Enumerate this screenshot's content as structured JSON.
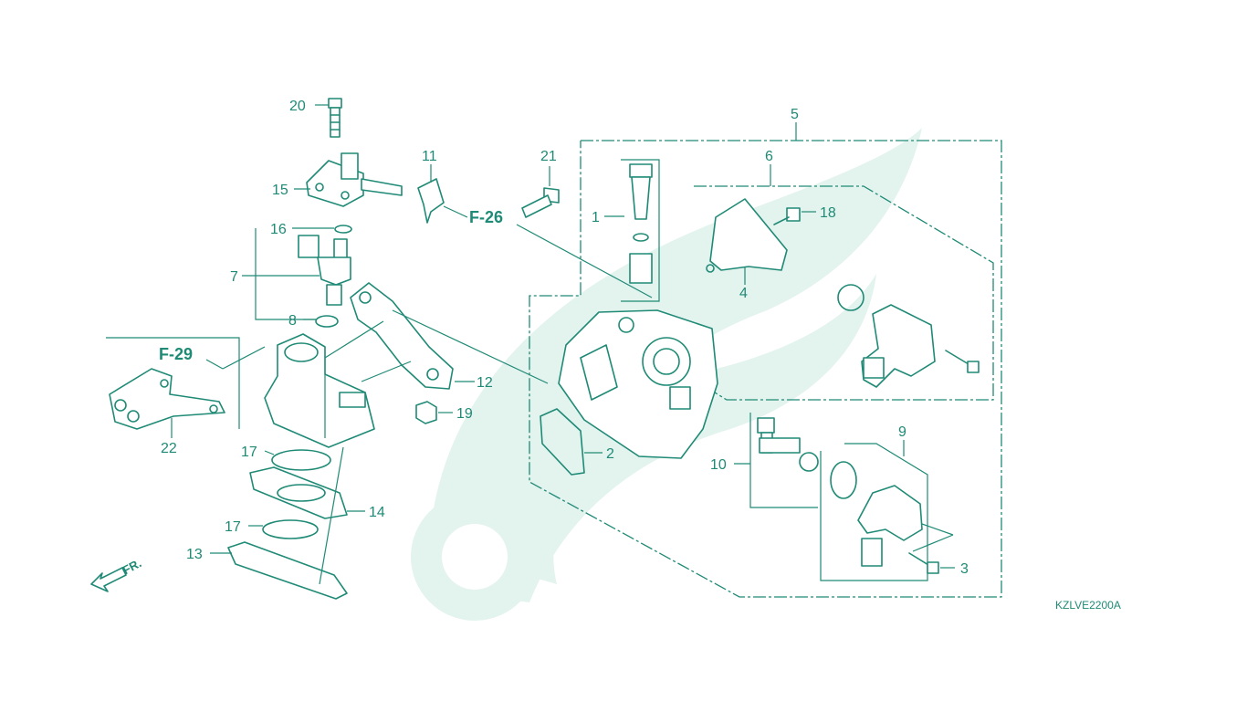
{
  "diagram": {
    "code": "KZLVE2200A",
    "front_label": "FR.",
    "refs": {
      "f26": "F-26",
      "f29": "F-29"
    },
    "callouts": {
      "c1": "1",
      "c2": "2",
      "c3": "3",
      "c4": "4",
      "c5": "5",
      "c6": "6",
      "c7": "7",
      "c8": "8",
      "c9": "9",
      "c10": "10",
      "c11": "11",
      "c12": "12",
      "c13": "13",
      "c14": "14",
      "c15": "15",
      "c16": "16",
      "c17a": "17",
      "c17b": "17",
      "c18": "18",
      "c19": "19",
      "c20": "20",
      "c21": "21",
      "c22": "22"
    },
    "colors": {
      "ink": "#1f8a76",
      "watermark": "#e3f3ee"
    }
  }
}
